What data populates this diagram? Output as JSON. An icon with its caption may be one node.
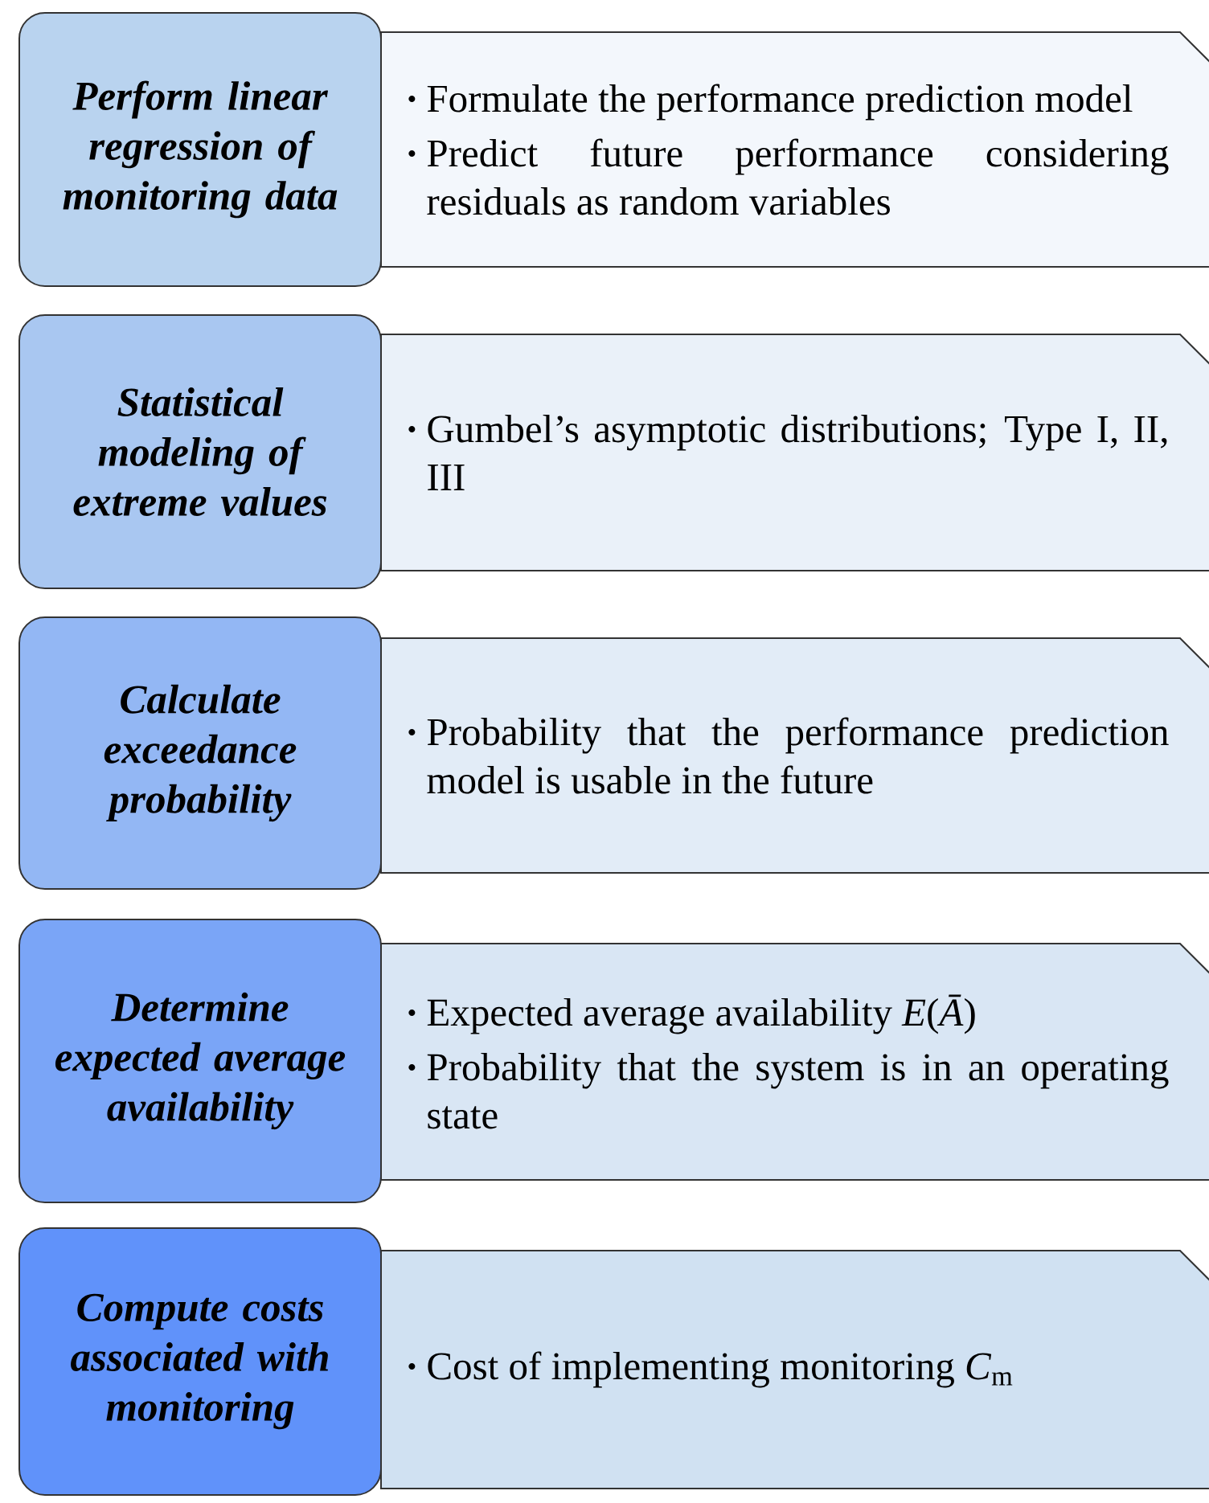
{
  "diagram": {
    "nodes": [
      {
        "text": [
          "Perform linear regression of monitoring data"
        ]
      },
      {
        "text": [
          "Formulate the performance prediction model",
          "Predict future performance considering residuals as random variables"
        ]
      },
      {
        "text": [
          "Statistical modeling of extreme values"
        ]
      },
      {
        "text": [
          "Gumbel’s asymptotic distributions; Type I, II, III"
        ]
      },
      {
        "text": [
          "Calculate exceedance probability"
        ]
      },
      {
        "text": [
          "Probability that the performance prediction model is usable in the future"
        ]
      },
      {
        "text": [
          "Determine expected average availability"
        ]
      },
      {
        "text": [
          "Expected average availability *E*(*Ā*)",
          "Probability that the system is in an operating state"
        ]
      },
      {
        "text": [
          "Compute costs associated with monitoring"
        ]
      },
      {
        "text": [
          "Cost of implementing monitoring *C*$_{m}$"
        ]
      }
    ]
  }
}
